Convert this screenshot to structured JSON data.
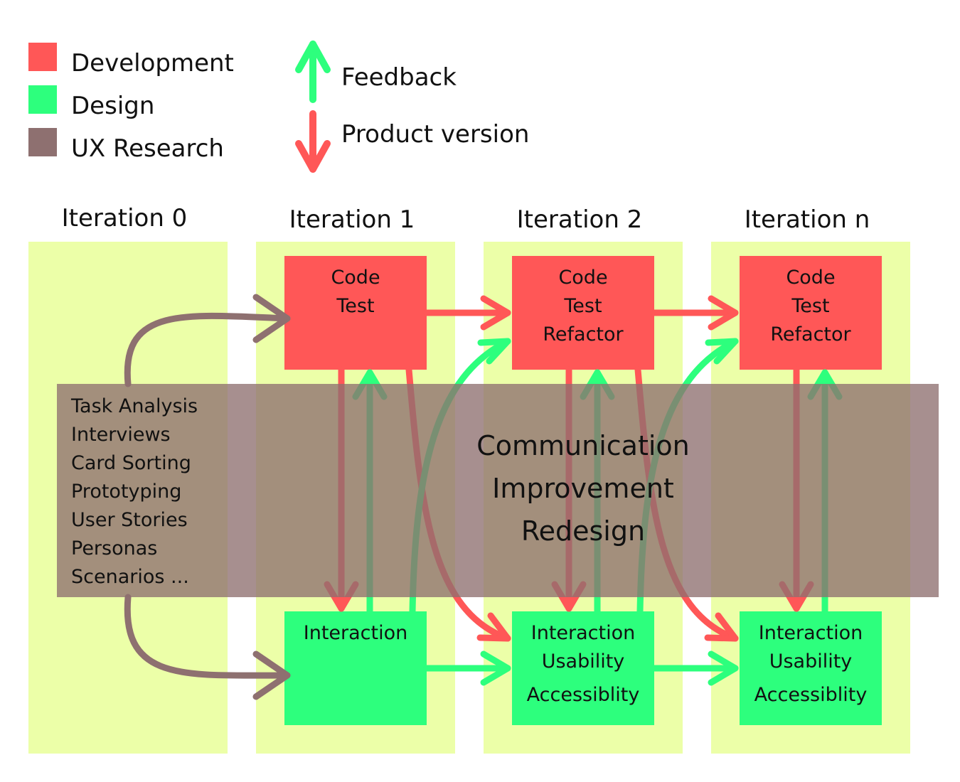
{
  "colors": {
    "development": "#ff5757",
    "design": "#2dff7d",
    "research": "#8e7070",
    "column": "#ecffa8",
    "band": "#8e7070"
  },
  "legend": {
    "development": "Development",
    "design": "Design",
    "ux_research": "UX Research",
    "feedback": "Feedback",
    "product_version": "Product version"
  },
  "iterations": {
    "i0": "Iteration 0",
    "i1": "Iteration 1",
    "i2": "Iteration 2",
    "in": "Iteration n"
  },
  "dev_boxes": {
    "i1": [
      "Code",
      "Test"
    ],
    "i2": [
      "Code",
      "Test",
      "Refactor"
    ],
    "in": [
      "Code",
      "Test",
      "Refactor"
    ]
  },
  "design_boxes": {
    "i1": [
      "Interaction"
    ],
    "i2": [
      "Interaction",
      "Usability",
      "Accessiblity"
    ],
    "in": [
      "Interaction",
      "Usability",
      "Accessiblity"
    ]
  },
  "research_methods": [
    "Task Analysis",
    "Interviews",
    "Card Sorting",
    "Prototyping",
    "User Stories",
    "Personas",
    "Scenarios ..."
  ],
  "communication": [
    "Communication",
    "Improvement",
    "Redesign"
  ]
}
